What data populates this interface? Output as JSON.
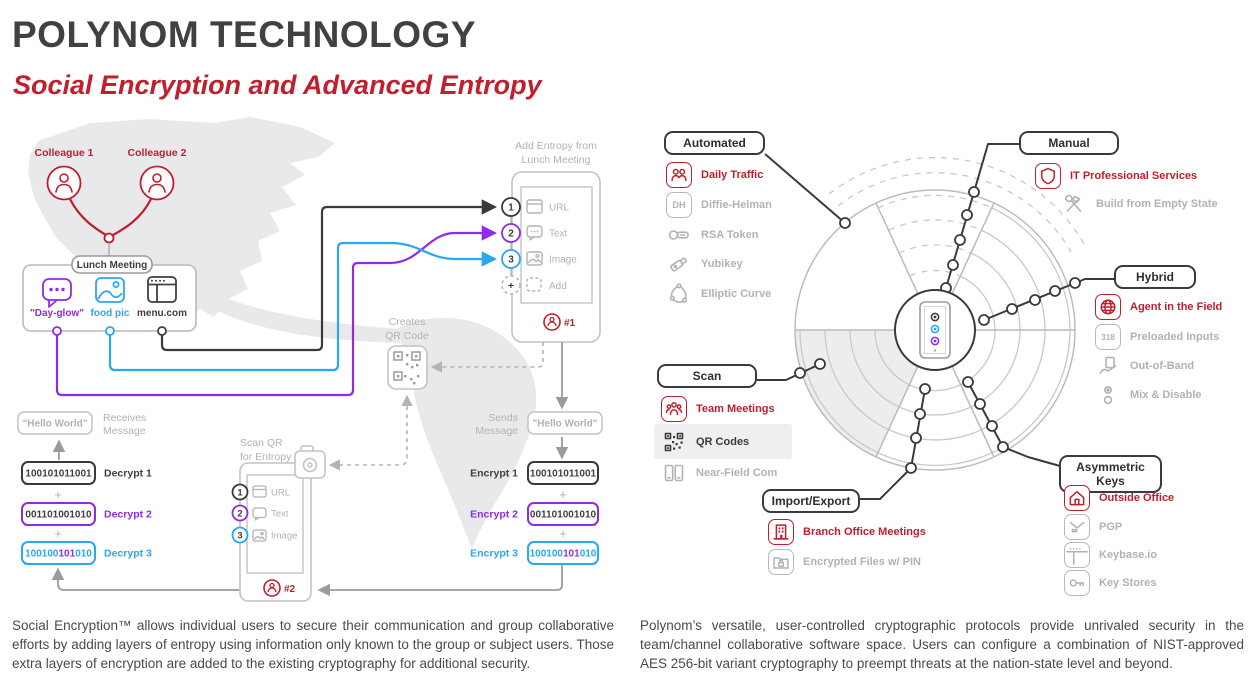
{
  "header": {
    "title": "POLYNOM TECHNOLOGY",
    "subtitle": "Social Encryption and Advanced Entropy"
  },
  "left": {
    "colleague1": "Colleague 1",
    "colleague2": "Colleague 2",
    "lunch_meeting": "Lunch Meeting",
    "day_glow": "\"Day-glow\"",
    "food_pic": "food pic",
    "menu": "menu.com",
    "add_entropy_1": "Add Entropy from",
    "add_entropy_2": "Lunch Meeting",
    "url": "URL",
    "text": "Text",
    "image": "Image",
    "add": "Add",
    "badge1": "#1",
    "badge2": "#2",
    "creates_qr_1": "Creates",
    "creates_qr_2": "QR Code",
    "scan_qr_1": "Scan QR",
    "scan_qr_2": "for Entropy",
    "sends_1": "Sends",
    "sends_2": "Message",
    "receives_1": "Receives",
    "receives_2": "Message",
    "hello": "\"Hello World\"",
    "encrypt1": "Encrypt 1",
    "encrypt2": "Encrypt 2",
    "encrypt3": "Encrypt 3",
    "decrypt1": "Decrypt 1",
    "decrypt2": "Decrypt 2",
    "decrypt3": "Decrypt 3",
    "bin1": "100101011001",
    "bin2": "001101001010",
    "bin3": {
      "a": "100100",
      "b": "101",
      "c": "010"
    },
    "plus": "+",
    "n1": "1",
    "n2": "2",
    "n3": "3"
  },
  "right": {
    "icon_labels": {
      "dh": "DH",
      "preloaded": "318"
    },
    "groups": [
      {
        "box": "Automated",
        "items": [
          {
            "label": "Daily Traffic"
          },
          {
            "label": "Diffie-Helman"
          },
          {
            "label": "RSA Token"
          },
          {
            "label": "Yubikey"
          },
          {
            "label": "Elliptic Curve"
          }
        ]
      },
      {
        "box": "Manual",
        "items": [
          {
            "label": "IT Professional Services"
          },
          {
            "label": "Build from Empty State"
          }
        ]
      },
      {
        "box": "Hybrid",
        "items": [
          {
            "label": "Agent in the Field"
          },
          {
            "label": "Preloaded Inputs"
          },
          {
            "label": "Out-of-Band"
          },
          {
            "label": "Mix & Disable"
          }
        ]
      },
      {
        "box": "Scan",
        "items": [
          {
            "label": "Team Meetings"
          },
          {
            "label": "QR Codes"
          },
          {
            "label": "Near-Field Com"
          }
        ]
      },
      {
        "box": "Import/Export",
        "items": [
          {
            "label": "Branch Office Meetings"
          },
          {
            "label": "Encrypted Files w/ PIN"
          }
        ]
      },
      {
        "box": "Asymmetric Keys",
        "items": [
          {
            "label": "Outside Office"
          },
          {
            "label": "PGP"
          },
          {
            "label": "Keybase.io"
          },
          {
            "label": "Key Stores"
          }
        ]
      }
    ]
  },
  "footer": {
    "left": "Social Encryption™ allows individual users to secure their communication and group collaborative efforts by adding layers of entropy using information only known to the group or subject users. Those extra layers of encryption are added to the existing cryptography for additional security.",
    "right": "Polynom’s versatile, user-controlled cryptographic protocols provide unrivaled security in the team/channel collaborative software space. Users can configure a combination of NIST-approved AES 256-bit variant cryptography to preempt threats at the nation-state level and beyond."
  }
}
